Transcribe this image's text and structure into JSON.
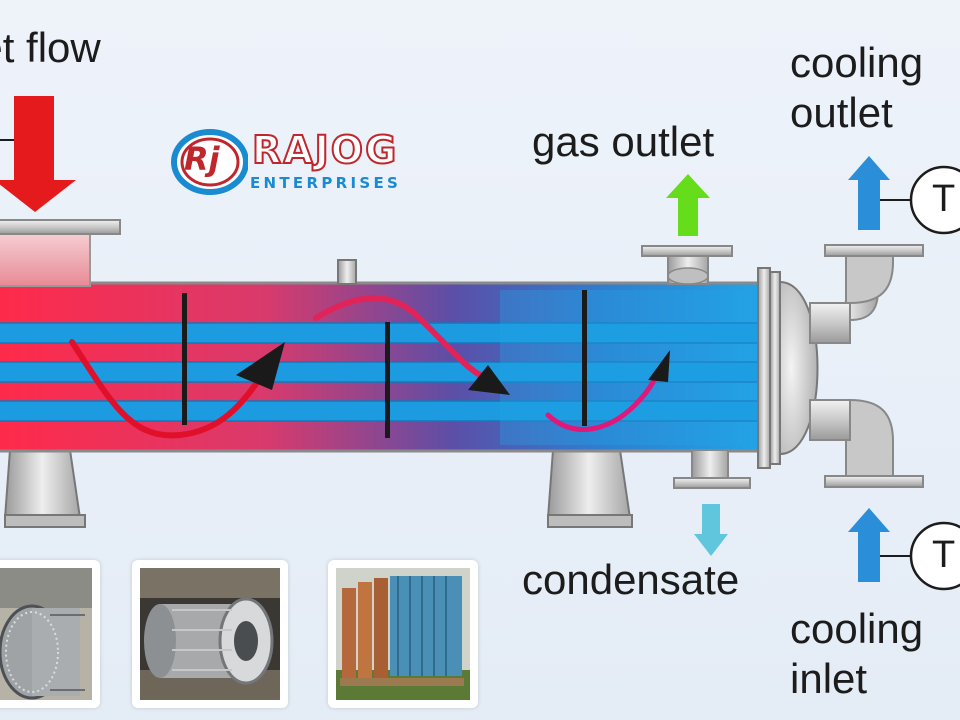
{
  "labels": {
    "inlet_flow": "let flow",
    "gas_outlet": "gas outlet",
    "cooling_outlet_1": "cooling",
    "cooling_outlet_2": "outlet",
    "condensate": "condensate",
    "cooling_inlet_1": "cooling",
    "cooling_inlet_2": "inlet",
    "thermometer": "T"
  },
  "logo": {
    "emblem": "Rj",
    "name": "RAJOG",
    "tagline": "ENTERPRISES"
  },
  "colors": {
    "hot": "#e8163a",
    "cold": "#1d9be0",
    "inlet_arrow": "#e41a1c",
    "gas_arrow": "#66dd1a",
    "cooling_arrow": "#2a8fd8",
    "condensate_arrow": "#5fc6de",
    "brand_red": "#c0272d",
    "brand_blue": "#1a8bd0"
  },
  "photos": [
    "tube-bundle-photo",
    "shell-exchanger-photo",
    "fin-coil-photo"
  ]
}
